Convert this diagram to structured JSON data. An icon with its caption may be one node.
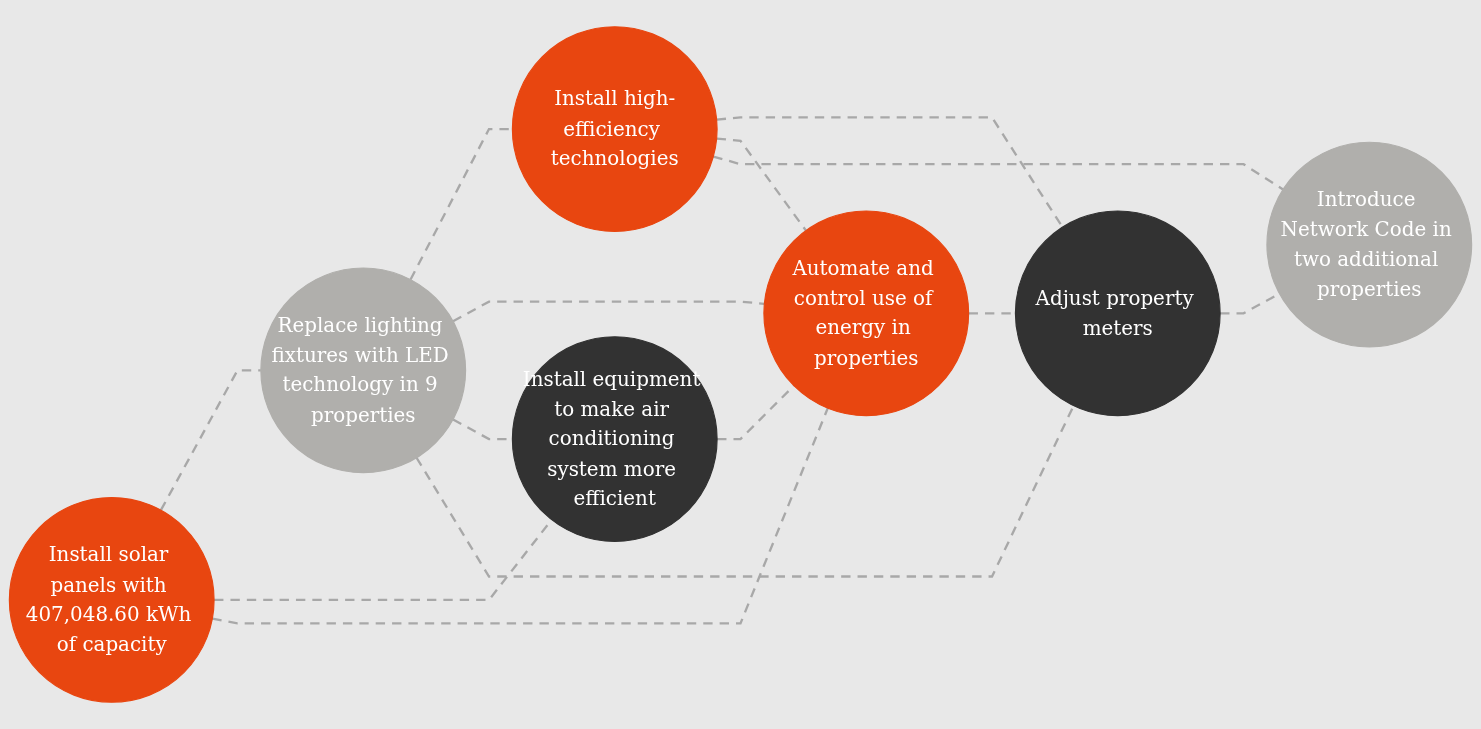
{
  "diagram": {
    "nodes": [
      {
        "text": [
          "Install solar panels with 407,048.60 kWh of capacity"
        ]
      },
      {
        "text": [
          "Replace lighting fixtures with LED technology in 9 properties"
        ]
      },
      {
        "text": [
          "Install high-efficiency technologies"
        ]
      },
      {
        "text": [
          "Introduce Network Code in two additional properties"
        ]
      },
      {
        "text": [
          "Install equipment to make air conditioning system more efficient"
        ]
      },
      {
        "text": [
          "Automate and control use of energy in properties"
        ]
      },
      {
        "text": [
          "Adjust property meters"
        ]
      }
    ],
    "edges": [
      {
        "from": 0,
        "to": 1,
        "arrow": "none",
        "style": "dashed"
      },
      {
        "from": 1,
        "to": 2,
        "arrow": "none",
        "style": "dashed"
      },
      {
        "from": 0,
        "to": 4,
        "arrow": "none",
        "style": "dashed"
      },
      {
        "from": 1,
        "to": 5,
        "arrow": "none",
        "style": "dashed"
      },
      {
        "from": 2,
        "to": 6,
        "arrow": "none",
        "style": "dashed"
      },
      {
        "from": 4,
        "to": 5,
        "arrow": "none",
        "style": "dashed"
      },
      {
        "from": 5,
        "to": 6,
        "arrow": "none",
        "style": "dashed"
      },
      {
        "from": 0,
        "to": 5,
        "arrow": "none",
        "style": "dashed"
      },
      {
        "from": 1,
        "to": 4,
        "arrow": "none",
        "style": "dashed"
      },
      {
        "from": 1,
        "to": 6,
        "arrow": "none",
        "style": "dashed"
      },
      {
        "from": 2,
        "to": 5,
        "arrow": "none",
        "style": "dashed"
      },
      {
        "from": 2,
        "to": 3,
        "arrow": "none",
        "style": "dashed"
      },
      {
        "from": 6,
        "to": 3,
        "arrow": "none",
        "style": "dashed"
      }
    ]
  }
}
